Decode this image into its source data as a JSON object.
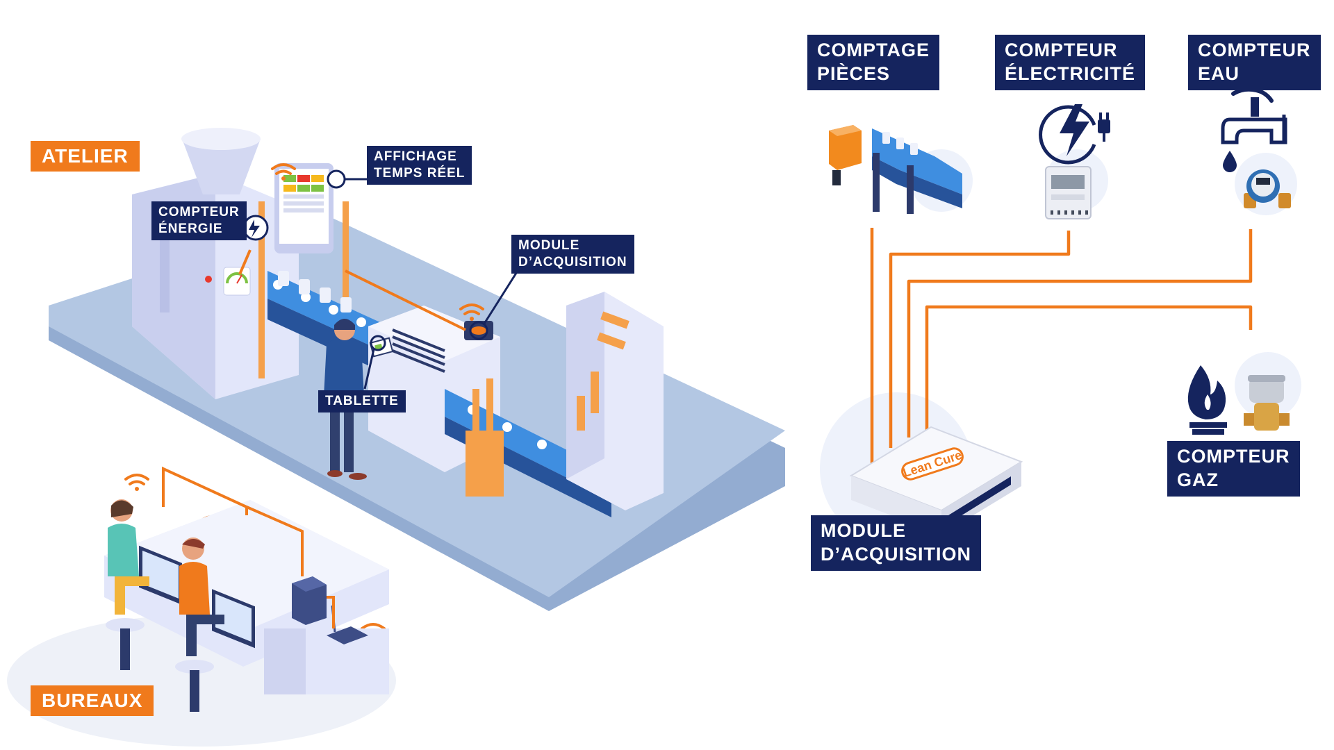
{
  "zones": {
    "atelier": "ATELIER",
    "bureaux": "BUREAUX"
  },
  "scene_labels": {
    "compteur_energie": [
      "COMPTEUR",
      "ÉNERGIE"
    ],
    "affichage": [
      "AFFICHAGE",
      "TEMPS RÉEL"
    ],
    "module_small": [
      "MODULE",
      "D’ACQUISITION"
    ],
    "tablette": "TABLETTE"
  },
  "meters": {
    "comptage_pieces": [
      "COMPTAGE",
      "PIÈCES"
    ],
    "compteur_electricite": [
      "COMPTEUR",
      "ÉLECTRICITÉ"
    ],
    "compteur_eau": [
      "COMPTEUR",
      "EAU"
    ],
    "compteur_gaz": [
      "COMPTEUR",
      "GAZ"
    ],
    "module_big": [
      "MODULE",
      "D’ACQUISITION"
    ]
  },
  "device_brand": "Lean Cure",
  "colors": {
    "label_bg": "#15245e",
    "zone_bg": "#f07a1c",
    "connection_line": "#f07a1c",
    "floor": "#a9bfdd",
    "machine": "#dfe3f7",
    "conveyor": "#3a8ee0"
  },
  "icons": [
    "wifi-icon",
    "energy-icon",
    "gauge-icon",
    "lightning-plug-icon",
    "water-tap-icon",
    "water-drop-icon",
    "flame-icon",
    "photo-sensor-icon",
    "conveyor-icon",
    "electric-meter-icon",
    "water-meter-icon",
    "gas-meter-icon",
    "acquisition-module-icon",
    "router-icon"
  ]
}
